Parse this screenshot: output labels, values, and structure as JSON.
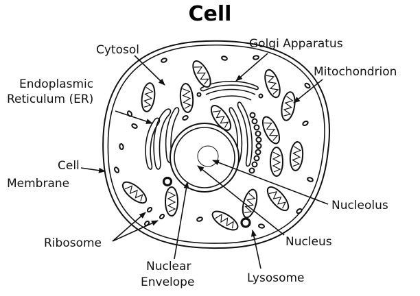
{
  "title": "Cell",
  "labels": {
    "cytosol": "Cytosol",
    "golgi": "Golgi Apparatus",
    "mitochondrion": "Mitochondrion",
    "er_line1": "Endoplasmic",
    "er_line2": "Reticulum (ER)",
    "membrane_line1": "Cell",
    "membrane_line2": "Membrane",
    "nucleolus": "Nucleolus",
    "nucleus": "Nucleus",
    "ribosome": "Ribosome",
    "envelope_line1": "Nuclear",
    "envelope_line2": "Envelope",
    "lysosome": "Lysosome"
  }
}
